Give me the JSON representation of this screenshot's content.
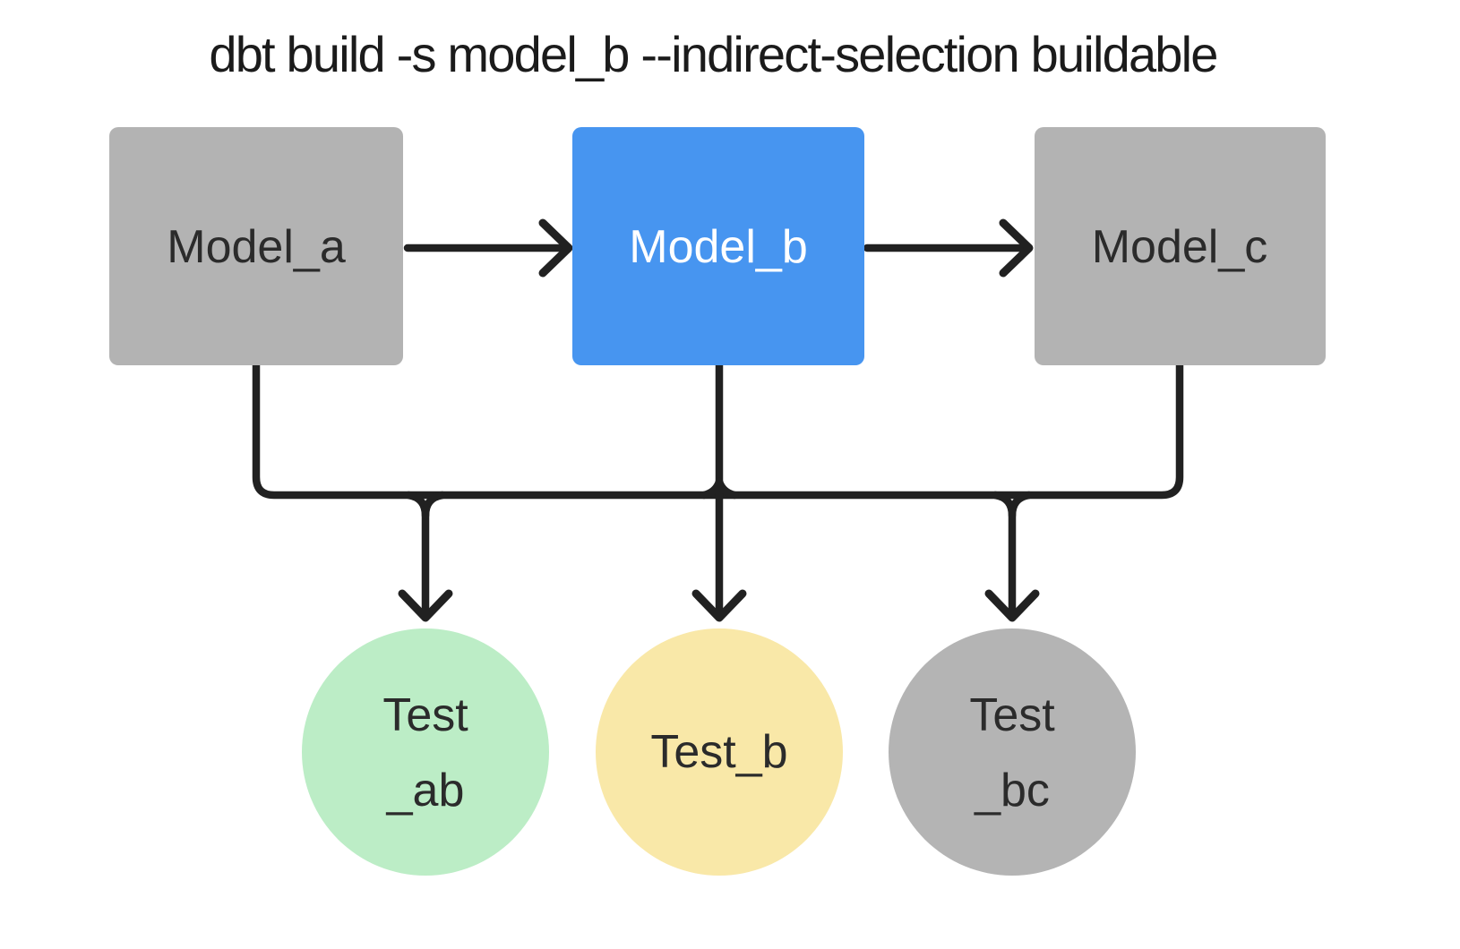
{
  "title": "dbt build -s model_b --indirect-selection buildable",
  "diagram": {
    "background": "#ffffff",
    "line_color": "#212121",
    "nodes": {
      "model_a": {
        "label": "Model_a",
        "shape": "rect",
        "fill": "#b3b3b3",
        "text_color": "#2b2b2b"
      },
      "model_b": {
        "label": "Model_b",
        "shape": "rect",
        "fill": "#4795f0",
        "text_color": "#ffffff"
      },
      "model_c": {
        "label": "Model_c",
        "shape": "rect",
        "fill": "#b3b3b3",
        "text_color": "#2b2b2b"
      },
      "test_ab": {
        "label_line1": "Test",
        "label_line2": "_ab",
        "shape": "circle",
        "fill": "#bcedc6",
        "text_color": "#2b2b2b"
      },
      "test_b": {
        "label": "Test_b",
        "shape": "circle",
        "fill": "#f9e8a8",
        "text_color": "#2b2b2b"
      },
      "test_bc": {
        "label_line1": "Test",
        "label_line2": "_bc",
        "shape": "circle",
        "fill": "#b4b4b4",
        "text_color": "#2b2b2b"
      }
    },
    "connections": [
      {
        "from": "model_a",
        "to": "model_b",
        "style": "arrow"
      },
      {
        "from": "model_b",
        "to": "model_c",
        "style": "arrow"
      },
      {
        "from": "model_a",
        "to": "test_ab",
        "style": "bus-arrow"
      },
      {
        "from": "model_b",
        "to": "test_b",
        "style": "bus-arrow"
      },
      {
        "from": "model_c",
        "to": "test_bc",
        "style": "bus-arrow"
      }
    ]
  }
}
